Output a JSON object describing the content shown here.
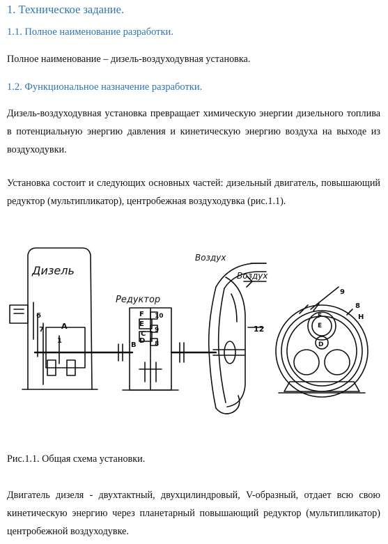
{
  "section": {
    "heading": "1. Техническое задание.",
    "sub1": {
      "heading": "1.1. Полное наименование разработки.",
      "text": "Полное наименование – дизель-воздуходувная установка."
    },
    "sub2": {
      "heading": "1.2. Функциональное назначение разработки.",
      "para1": "Дизель-воздуходувная установка превращает химическую энергии дизельного топлива в потенциальную энергию давления и кинетическую энергию воздуха на выходе из воздуходувки.",
      "para2": "Установка состоит и следующих основных частей: дизельный двигатель, повышающий редуктор (мультипликатор), центробежная воздуходувка (рис.1.1)."
    }
  },
  "figure": {
    "labels": {
      "diesel": "Дизель",
      "reducer": "Редуктор",
      "air_top": "Воздух",
      "air_inner": "Воздух",
      "n6": "6",
      "n7": "7",
      "nA": "A",
      "n1": "1",
      "nF": "F",
      "nE": "E",
      "nD": "D",
      "nC": "C",
      "nB": "B",
      "n10": "10",
      "n9": "9",
      "n8": "8",
      "n12": "12",
      "rF": "F",
      "rE": "E",
      "rD": "D",
      "r8": "8",
      "rH": "H",
      "r9": "9"
    },
    "caption": "Рис.1.1. Общая схема установки."
  },
  "engine": {
    "text": "Двигатель дизеля - двухтактный, двухцилиндровый, V-образный, отдает всю свою кинетическую энергию через планетарный повышающий редуктор (мультипликатор) центробежной воздуходувке."
  }
}
